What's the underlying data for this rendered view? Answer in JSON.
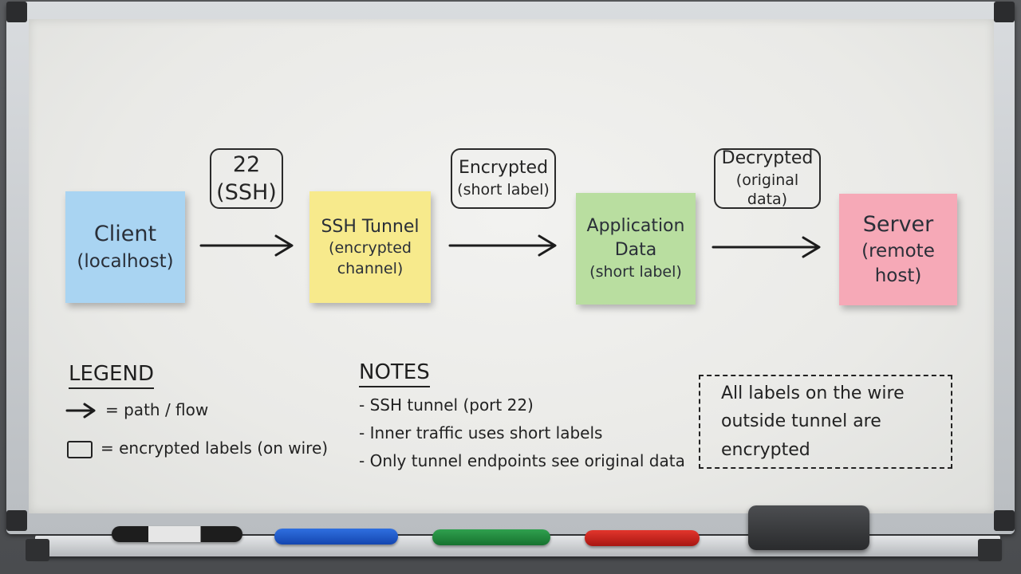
{
  "nodes": [
    {
      "title": "Client",
      "subtitle": "(localhost)",
      "color": "#a9d4f2"
    },
    {
      "title": "SSH Tunnel",
      "subtitle": "(encrypted channel)",
      "color": "#f7ea8c"
    },
    {
      "title": "Application Data",
      "subtitle": "(short label)",
      "color": "#b9dea0"
    },
    {
      "title": "Server",
      "subtitle": "(remote host)",
      "color": "#f6a9b7"
    }
  ],
  "edge_labels": [
    {
      "line1": "22",
      "line2": "(SSH)"
    },
    {
      "line1": "Encrypted",
      "line2": "(short label)"
    },
    {
      "line1": "Decrypted",
      "line2": "(original data)"
    }
  ],
  "legend": {
    "heading": "LEGEND",
    "items": [
      {
        "symbol": "arrow-icon",
        "text": "= path / flow"
      },
      {
        "symbol": "box-icon",
        "text": "= encrypted labels (on wire)"
      }
    ]
  },
  "notes": {
    "heading": "NOTES",
    "items": [
      "- SSH tunnel (port 22)",
      "- Inner traffic uses short labels",
      "- Only tunnel endpoints see original data"
    ]
  },
  "callout": {
    "line1": "All labels on the wire",
    "line2": "outside tunnel are encrypted"
  }
}
